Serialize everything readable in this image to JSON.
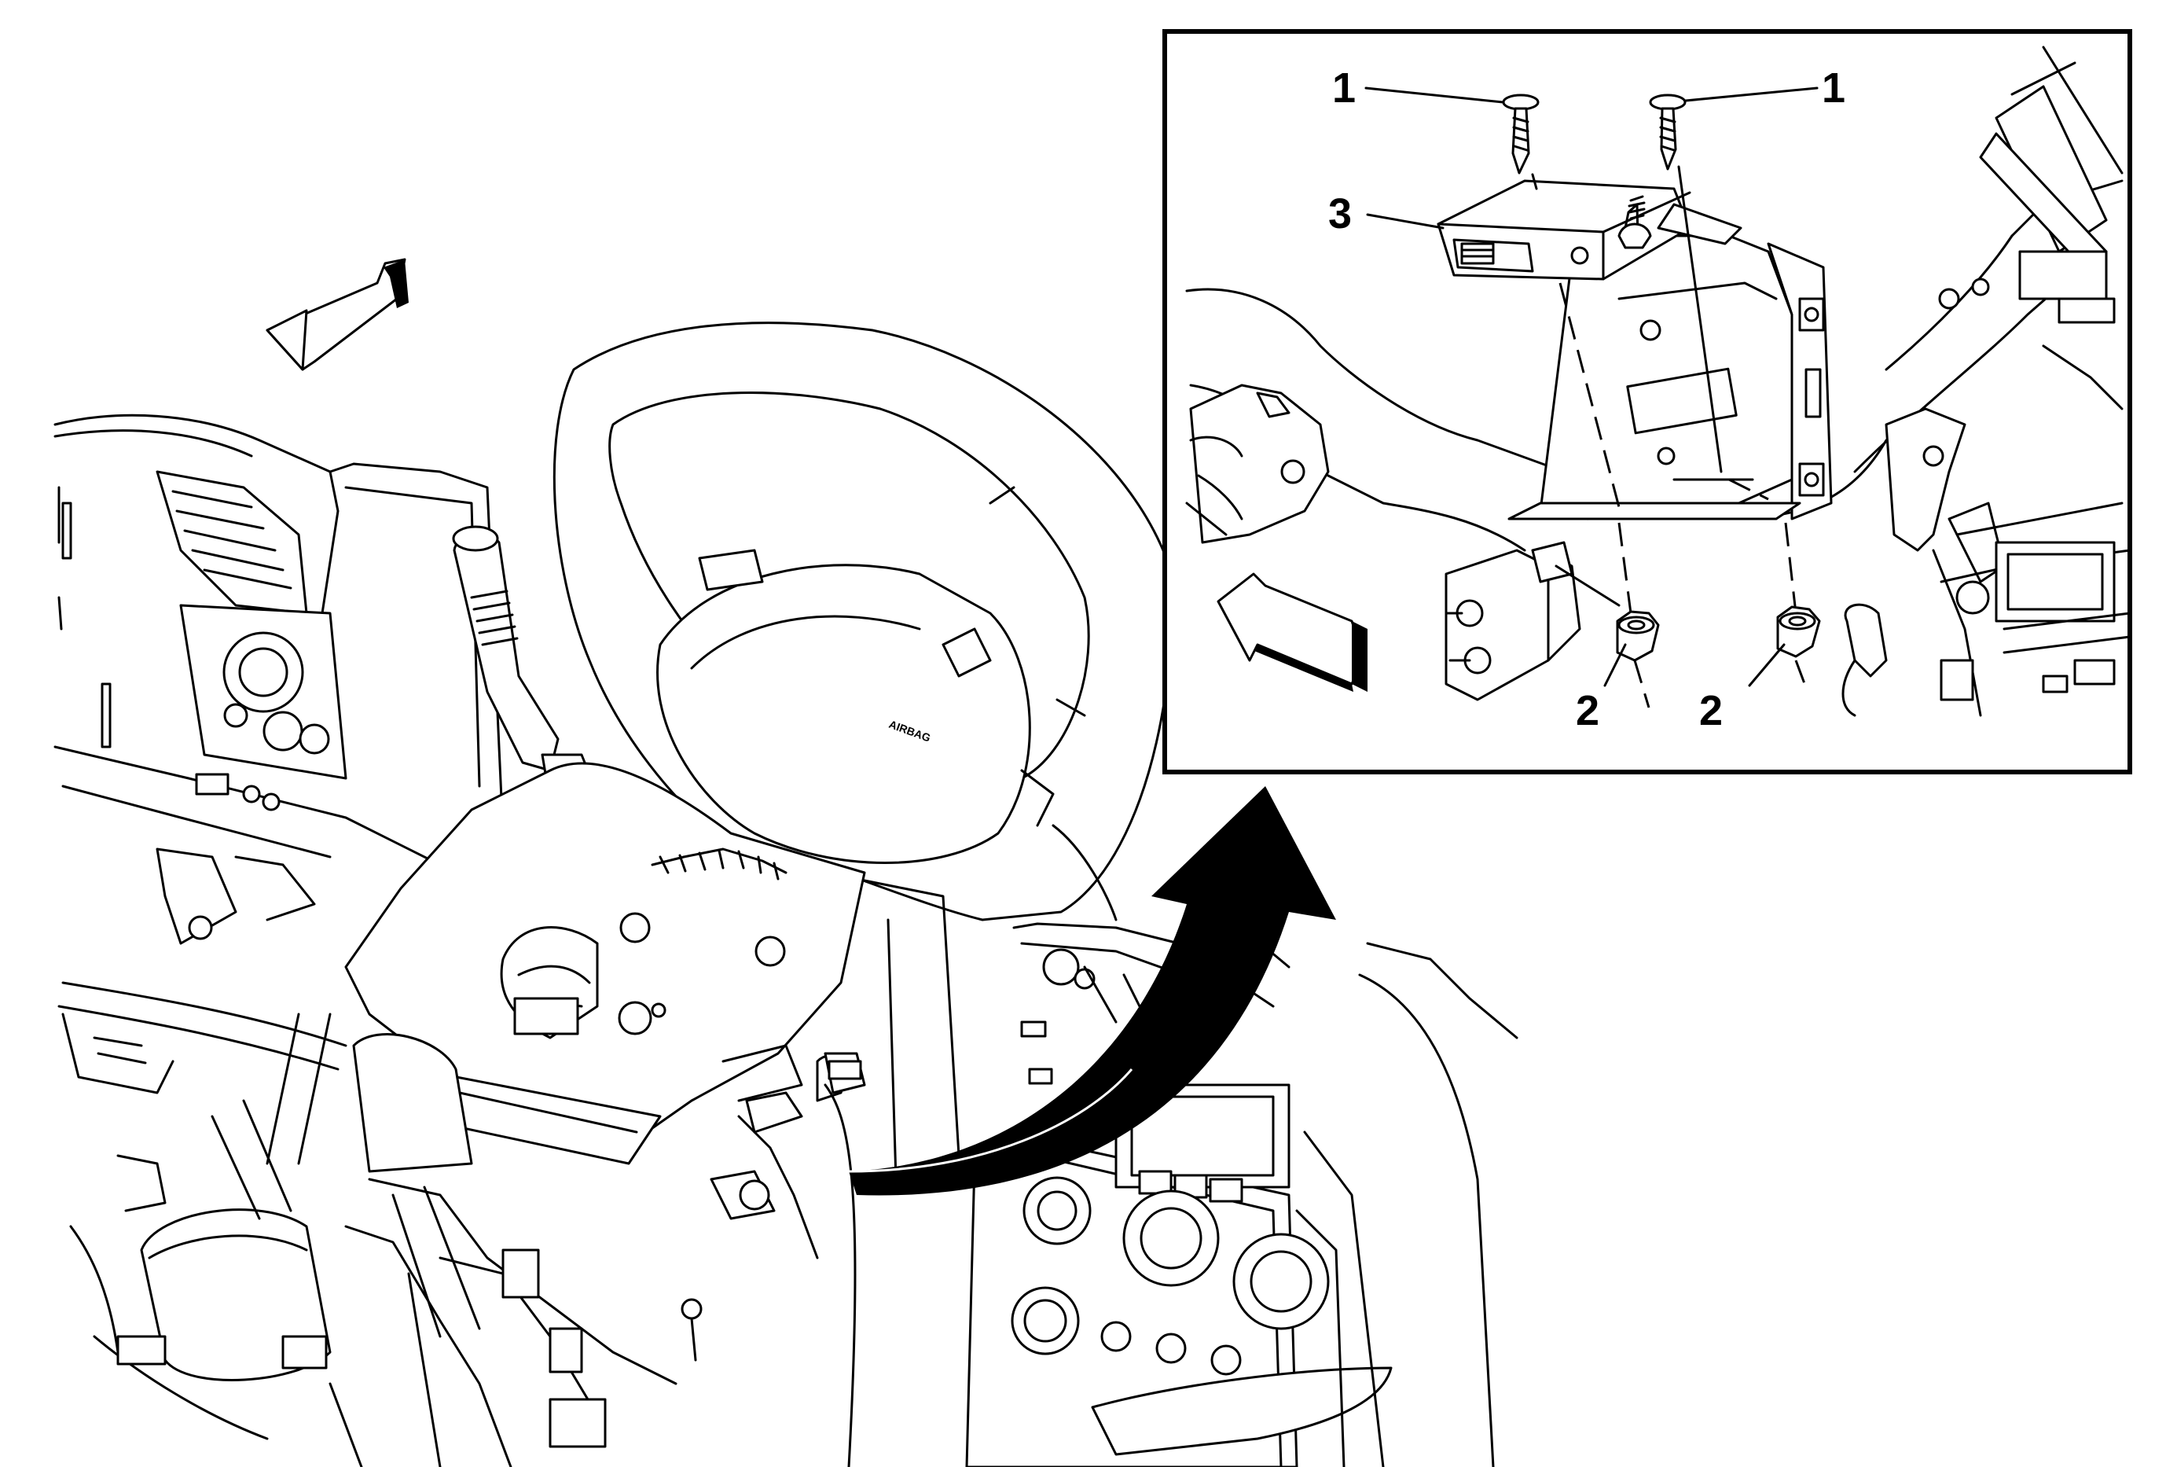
{
  "diagram": {
    "embossed_text": "AIRBAG",
    "callouts": [
      {
        "id": "c1a",
        "label": "1"
      },
      {
        "id": "c1b",
        "label": "1"
      },
      {
        "id": "c3",
        "label": "3"
      },
      {
        "id": "c2a",
        "label": "2"
      },
      {
        "id": "c2b",
        "label": "2"
      }
    ],
    "colors": {
      "line": "#000000",
      "background": "#ffffff"
    }
  }
}
